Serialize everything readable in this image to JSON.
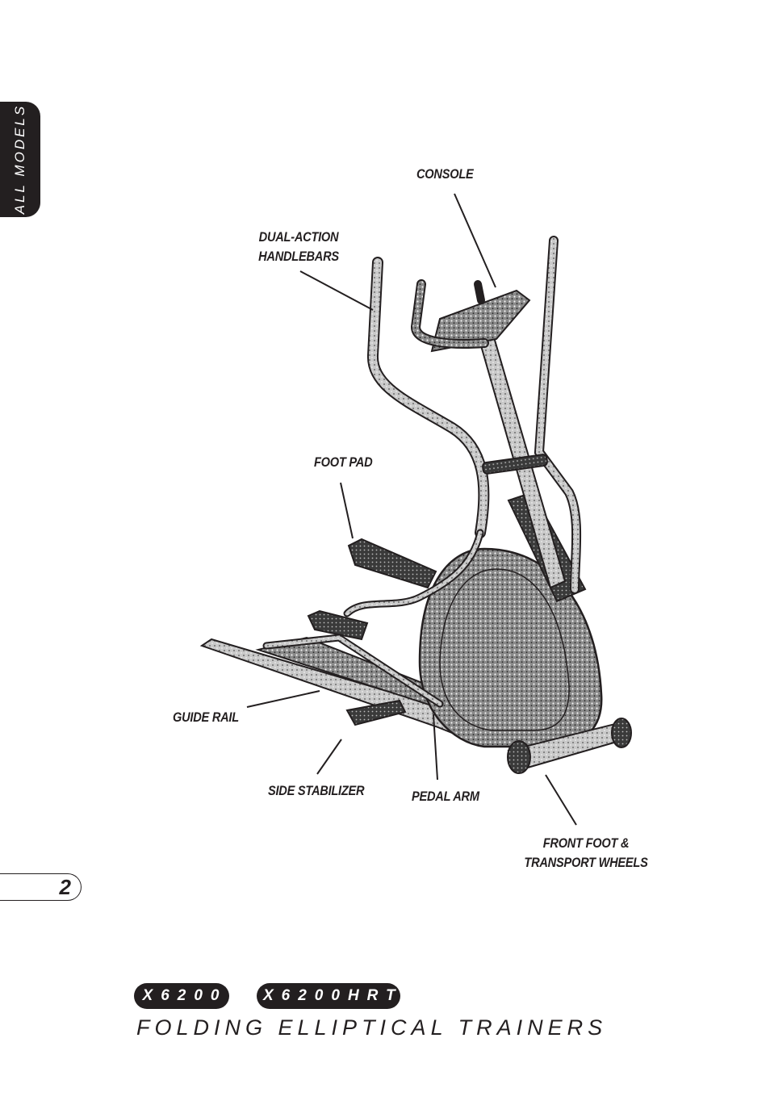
{
  "side_tab": {
    "label": "ALL MODELS"
  },
  "page": {
    "number": "2"
  },
  "callouts": {
    "console": "CONSOLE",
    "handlebars": "DUAL-ACTION\nHANDLEBARS",
    "foot_pad": "FOOT PAD",
    "guide_rail": "GUIDE RAIL",
    "side_stabilizer": "SIDE STABILIZER",
    "pedal_arm": "PEDAL ARM",
    "front_foot": "FRONT FOOT &\nTRANSPORT WHEELS"
  },
  "footer": {
    "models": [
      "X6200",
      "X6200HRT"
    ],
    "subtitle": "FOLDING ELLIPTICAL TRAINERS"
  }
}
